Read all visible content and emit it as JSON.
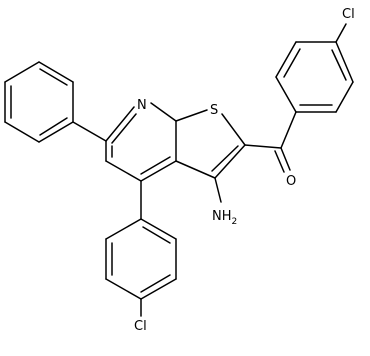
{
  "atoms": {
    "chlorine_top": "Cl",
    "nitrogen_ring": "N",
    "sulfur_ring": "S",
    "oxygen_carbonyl": "O",
    "amino_main": "NH",
    "amino_subscript": "2",
    "chlorine_bottom": "Cl"
  }
}
